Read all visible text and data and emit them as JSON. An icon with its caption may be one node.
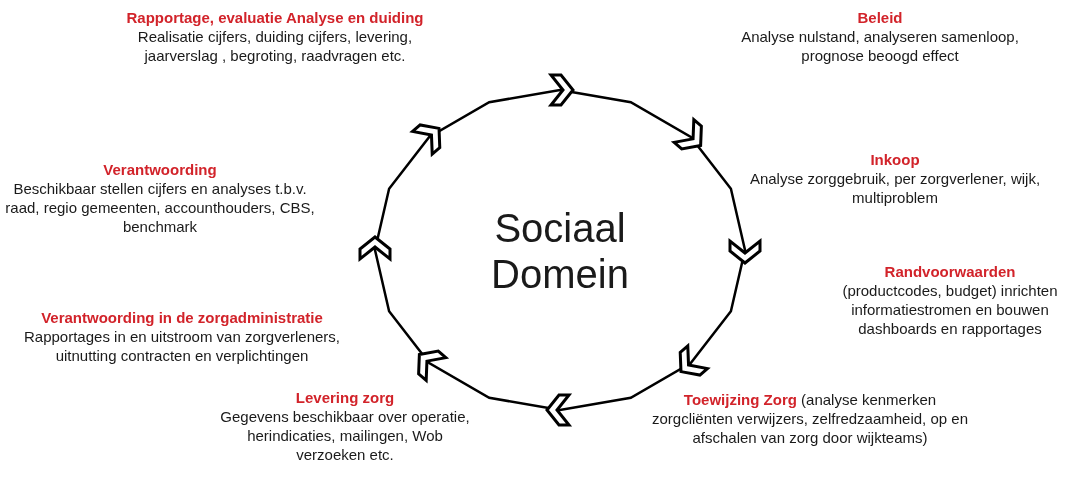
{
  "diagram": {
    "nodes": [
      {
        "text": [
          "Rapportage, evaluatie Analyse en duiding",
          "Realisatie cijfers, duiding cijfers, levering, jaarverslag , begroting, raadvragen etc."
        ]
      },
      {
        "text": [
          "Beleid",
          "Analyse nulstand, analyseren samenloop, prognose beoogd effect"
        ]
      },
      {
        "text": [
          "Verantwoording",
          "Beschikbaar stellen cijfers en analyses t.b.v. raad, regio gemeenten, accounthouders, CBS, benchmark"
        ]
      },
      {
        "text": [
          "Inkoop",
          "Analyse zorggebruik, per zorgverlener, wijk, multiproblem"
        ]
      },
      {
        "text": [
          "Sociaal Domein"
        ]
      },
      {
        "text": [
          "Randvoorwaarden",
          "(productcodes, budget) inrichten informatiestromen en bouwen dashboards en rapportages"
        ]
      },
      {
        "text": [
          "Verantwoording in de zorgadministratie",
          "Rapportages in en uitstroom van zorgverleners, uitnutting contracten en verplichtingen"
        ]
      },
      {
        "text": [
          "Levering zorg",
          "Gegevens beschikbaar  over operatie, herindicaties, mailingen, Wob verzoeken etc."
        ]
      },
      {
        "text": [
          "Toewijzing Zorg",
          "(analyse  kenmerken zorgcliënten verwijzers, zelfredzaamheid, op en afschalen van zorg door wijkteams)"
        ]
      }
    ]
  }
}
